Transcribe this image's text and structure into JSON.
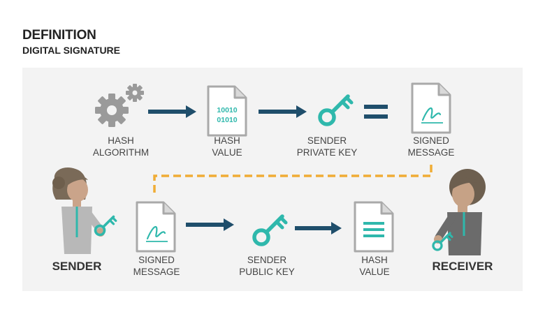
{
  "header": {
    "title": "DEFINITION",
    "subtitle": "DIGITAL SIGNATURE"
  },
  "top_row": {
    "hash_algorithm": "HASH\nALGORITHM",
    "hash_value": "HASH\nVALUE",
    "hash_digits_line1": "10010",
    "hash_digits_line2": "01010",
    "sender_private_key": "SENDER\nPRIVATE KEY",
    "signed_message": "SIGNED\nMESSAGE"
  },
  "bottom_row": {
    "sender": "SENDER",
    "signed_message": "SIGNED\nMESSAGE",
    "sender_public_key": "SENDER\nPUBLIC KEY",
    "hash_value": "HASH\nVALUE",
    "receiver": "RECEIVER"
  },
  "colors": {
    "arrow": "#1f4e6b",
    "accent": "#2fb8ac",
    "dashed_line": "#f0ac35",
    "icon_grey": "#9a9a9a",
    "panel": "#f3f3f3"
  }
}
